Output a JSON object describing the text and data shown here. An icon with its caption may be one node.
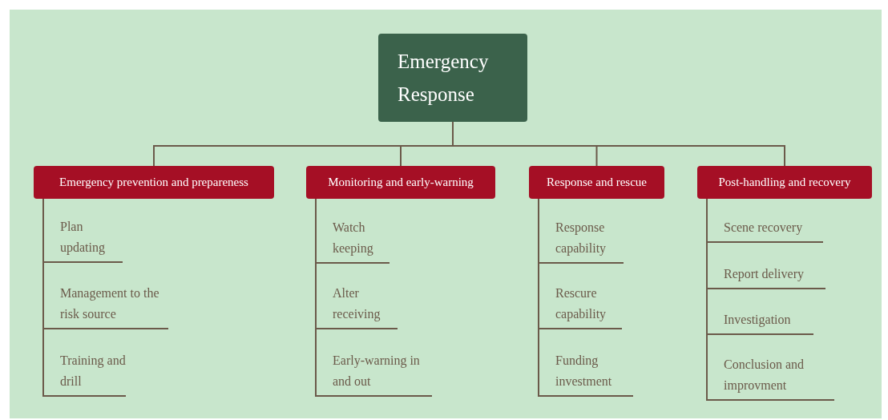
{
  "diagram": {
    "nodes": [
      {
        "text": [
          "Emergency Response"
        ]
      },
      {
        "text": [
          "Emergency prevention and prepareness"
        ]
      },
      {
        "text": [
          "Monitoring and early-warning"
        ]
      },
      {
        "text": [
          "Response and rescue"
        ]
      },
      {
        "text": [
          "Post-handling and recovery"
        ]
      },
      {
        "text": [
          "Plan updating"
        ]
      },
      {
        "text": [
          "Management to the risk source"
        ]
      },
      {
        "text": [
          "Training and drill"
        ]
      },
      {
        "text": [
          "Watch keeping"
        ]
      },
      {
        "text": [
          "Alter receiving"
        ]
      },
      {
        "text": [
          "Early-warning in and out"
        ]
      },
      {
        "text": [
          "Response capability"
        ]
      },
      {
        "text": [
          "Rescure capability"
        ]
      },
      {
        "text": [
          "Funding investment"
        ]
      },
      {
        "text": [
          "Scene recovery"
        ]
      },
      {
        "text": [
          "Report delivery"
        ]
      },
      {
        "text": [
          "Investigation"
        ]
      },
      {
        "text": [
          "Conclusion and improvment"
        ]
      }
    ],
    "edges": [
      {
        "from": 0,
        "to": 1,
        "arrow": "none"
      },
      {
        "from": 0,
        "to": 2,
        "arrow": "none"
      },
      {
        "from": 0,
        "to": 3,
        "arrow": "none"
      },
      {
        "from": 0,
        "to": 4,
        "arrow": "none"
      },
      {
        "from": 1,
        "to": 5,
        "arrow": "none"
      },
      {
        "from": 1,
        "to": 6,
        "arrow": "none"
      },
      {
        "from": 1,
        "to": 7,
        "arrow": "none"
      },
      {
        "from": 2,
        "to": 8,
        "arrow": "none"
      },
      {
        "from": 2,
        "to": 9,
        "arrow": "none"
      },
      {
        "from": 2,
        "to": 10,
        "arrow": "none"
      },
      {
        "from": 3,
        "to": 11,
        "arrow": "none"
      },
      {
        "from": 3,
        "to": 12,
        "arrow": "none"
      },
      {
        "from": 3,
        "to": 13,
        "arrow": "none"
      },
      {
        "from": 4,
        "to": 14,
        "arrow": "none"
      },
      {
        "from": 4,
        "to": 15,
        "arrow": "none"
      },
      {
        "from": 4,
        "to": 16,
        "arrow": "none"
      },
      {
        "from": 4,
        "to": 17,
        "arrow": "none"
      }
    ]
  }
}
